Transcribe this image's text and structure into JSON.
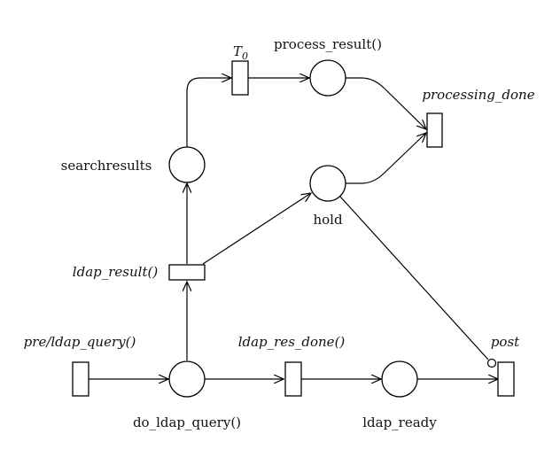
{
  "places": {
    "searchresults": "searchresults",
    "process_result": "process_result()",
    "hold": "hold",
    "do_ldap_query": "do_ldap_query()",
    "ldap_ready": "ldap_ready"
  },
  "transitions": {
    "t0": "T",
    "t0_sub": "0",
    "processing_done": "processing_done",
    "ldap_result": "ldap_result()",
    "pre_ldap_query": "pre/ldap_query()",
    "ldap_res_done": "ldap_res_done()",
    "post": "post"
  }
}
